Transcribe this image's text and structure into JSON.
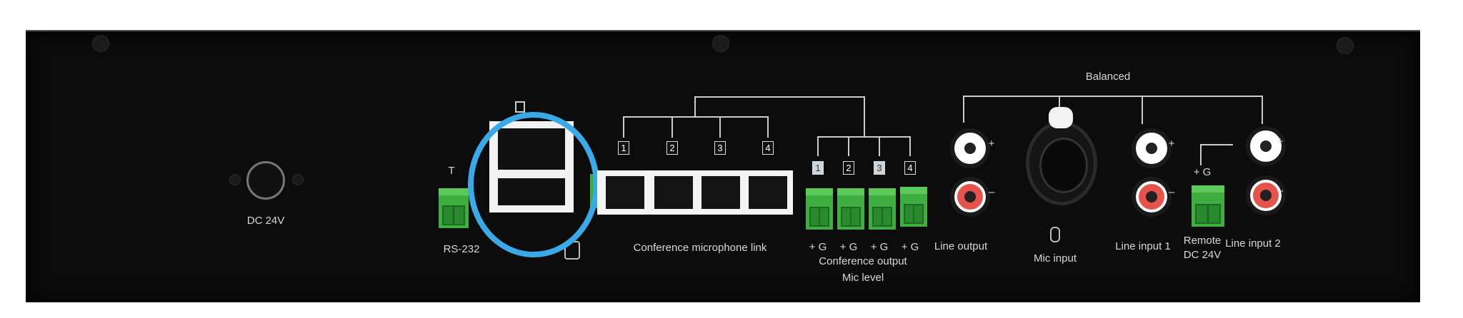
{
  "panel": {
    "power": {
      "label": "DC 24V"
    },
    "rs232": {
      "pin_label": "T",
      "label": "RS-232"
    },
    "conference_mic_link": {
      "label": "Conference microphone link",
      "ports": [
        "1",
        "2",
        "3",
        "4"
      ]
    },
    "conference_output": {
      "label": "Conference output",
      "sublabel": "Mic level",
      "ports": [
        "1",
        "2",
        "3",
        "4"
      ],
      "terminal_label": "+ G"
    },
    "balanced": {
      "label": "Balanced"
    },
    "line_output": {
      "label": "Line output"
    },
    "mic_input": {
      "label": "Mic input"
    },
    "line_input_1": {
      "label": "Line input 1"
    },
    "remote": {
      "label_line1": "Remote",
      "label_line2": "DC 24V",
      "terminal_label": "+ G"
    },
    "line_input_2": {
      "label": "Line input 2"
    },
    "plus": "+",
    "minus": "–"
  },
  "highlight": {
    "color": "#3aa9e8"
  }
}
